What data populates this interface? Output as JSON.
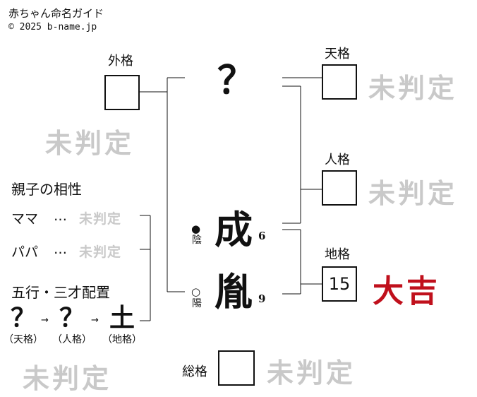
{
  "header": {
    "title": "赤ちゃん命名ガイド",
    "copyright": "© 2025 b-name.jp"
  },
  "labels": {
    "gaikaku": "外格",
    "tenkaku": "天格",
    "jinkaku": "人格",
    "chikaku": "地格",
    "soukaku": "総格"
  },
  "name": {
    "top": "？",
    "chars": [
      {
        "char": "成",
        "strokes": "6",
        "yinyang_symbol": "●",
        "yinyang": "陰"
      },
      {
        "char": "胤",
        "strokes": "9",
        "yinyang_symbol": "○",
        "yinyang": "陽"
      }
    ]
  },
  "values": {
    "gaikaku": "",
    "tenkaku": "",
    "jinkaku": "",
    "chikaku": "15",
    "soukaku": ""
  },
  "results": {
    "pending": "未判定",
    "chikaku": "大吉",
    "chikaku_color": "#c0101c"
  },
  "compat": {
    "heading": "親子の相性",
    "mama": "ママ",
    "papa": "パパ",
    "ellipsis": "…",
    "mama_result": "未判定",
    "papa_result": "未判定"
  },
  "gogyo": {
    "heading": "五行・三才配置",
    "items": [
      {
        "char": "？",
        "label": "（天格）"
      },
      {
        "char": "？",
        "label": "（人格）"
      },
      {
        "char": "土",
        "label": "（地格）"
      }
    ],
    "arrow": "→"
  }
}
